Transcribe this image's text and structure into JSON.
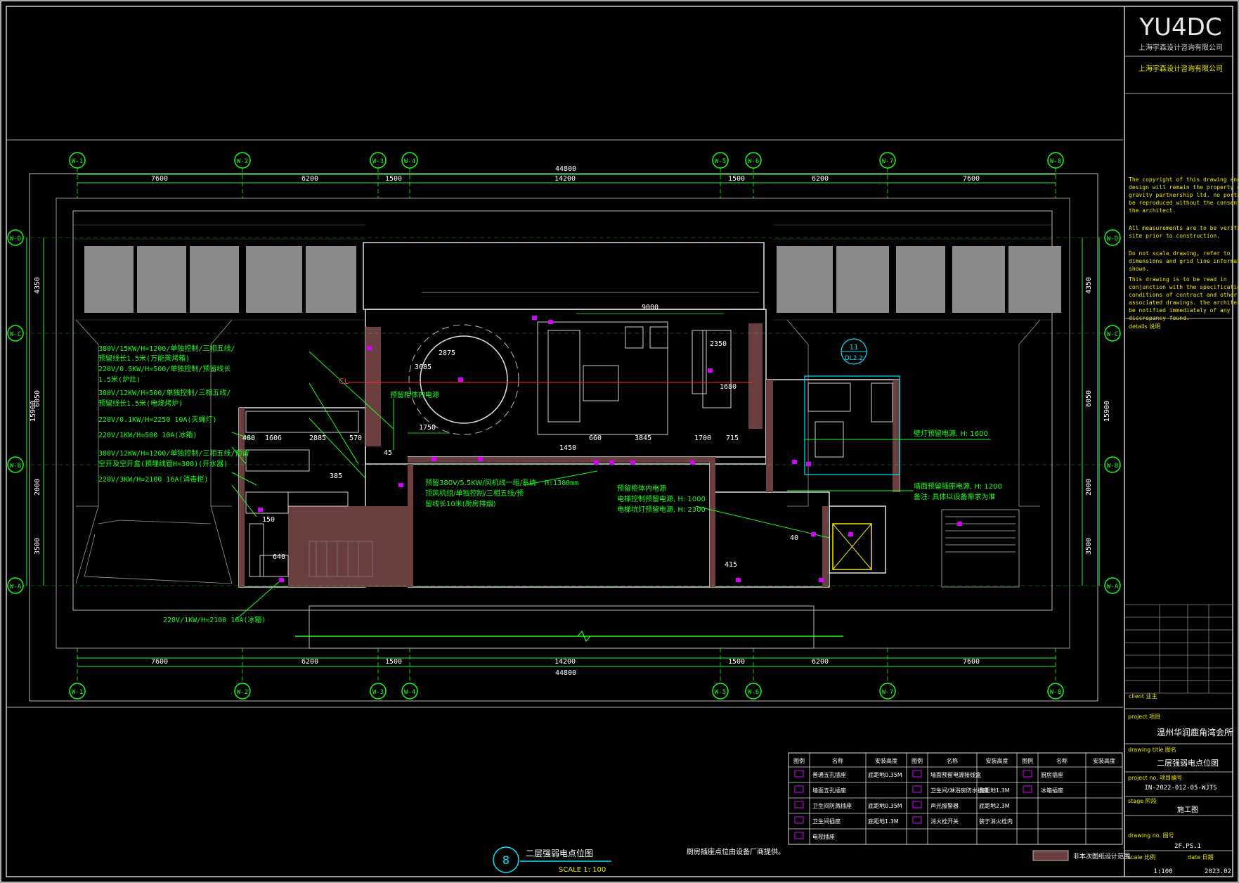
{
  "logo": {
    "text": "YU4DC",
    "company_cn": "上海宇森设计咨询有限公司"
  },
  "title_block": {
    "company_name": "上海宇森设计咨询有限公司",
    "notes_en": [
      "The copyright of this drawing and the",
      "design will remain the property of",
      "gravity partnership ltd. no portion may",
      "be reproduced without the consent of",
      "the architect.",
      "All measurements are to be verified on",
      "site prior to construction.",
      "Do not scale drawing, refer to",
      "dimensions and grid line information as",
      "shown.",
      "This drawing is to be read in",
      "conjunction with the specification,",
      "conditions of contract and other",
      "associated drawings. the architect is to",
      "be notified immediately of any",
      "discrepancy found."
    ],
    "details_label": "details 说明",
    "client_label": "client 业主",
    "project_label": "project 项目",
    "project_name": "温州华润鹿角湾会所",
    "drawing_title_label": "drawing title 图名",
    "drawing_title": "二层强弱电点位图",
    "project_no_label": "project no. 项目编号",
    "project_no": "IN-2022-012-05-WJTS",
    "stage_label": "stage 阶段",
    "stage": "施工图",
    "drawing_no_label": "drawing no. 图号",
    "drawing_no": "2F.PS.1",
    "scale_label": "scale 比例",
    "scale": "1:100",
    "date_label": "date 日期",
    "date": "2023.02"
  },
  "grid": {
    "cols": [
      "W-1",
      "W-2",
      "W-3",
      "W-4",
      "W-5",
      "W-6",
      "W-7",
      "W-8"
    ],
    "rows": [
      "W-D",
      "W-C",
      "W-B",
      "W-A"
    ],
    "overall": "44800",
    "spans": [
      "7600",
      "6200",
      "1500",
      "14200",
      "1500",
      "6200",
      "7600"
    ],
    "side_total": "15900",
    "side_spans": [
      "4350",
      "6050",
      "2000",
      "3500"
    ]
  },
  "annotations": {
    "left": [
      "380V/15KW/H=1200/单独控制/三相五线/",
      "预留线长1.5米(万能蒸烤箱)",
      "220V/0.5KW/H=500/单独控制/预留线长",
      "1.5米(炉灶)",
      "380V/12KW/H=500/单独控制/三相五线/",
      "预留线长1.5米(电烧烤炉)",
      "220V/0.1KW/H=2250 10A(灭蝇灯)",
      "220V/1KW/H=500 10A(冰箱)",
      "380V/12KW/H=1200/单独控制/三相五线/预留",
      "空开及空开盒(预埋线管H=300)(开水器)",
      "220V/3KW/H=2100 16A(消毒柜)"
    ],
    "bottom_left": "220V/1KW/H=2100 16A(冰箱)",
    "center_left": [
      "预留380V/5.5KW/风机线一组/系统",
      "顶风机组/单独控制/三相五线/预",
      "留线长10米(厨房排烟)"
    ],
    "center_right": [
      "预留柜体内电源",
      "电梯控制预留电源, H: 1000",
      "电梯坑灯预留电源, H: 2300"
    ],
    "cabinet_power": "预留柜体内电源",
    "h_marker": "H:1300mm",
    "right_1": "壁灯预留电源, H: 1600",
    "right_2": "墙面预留插座电源, H: 1200",
    "right_3": "备注: 具体以设备需求为准",
    "cl": "CL",
    "callout": "DL2.2",
    "callout_num": "11",
    "dims": {
      "d9000": "9000",
      "d2875": "2875",
      "d3685": "3685",
      "d2350": "2350",
      "d1680": "1680",
      "d1750": "1750",
      "d660": "660",
      "d3845": "3845",
      "d1700": "1700",
      "d715": "715",
      "d1450": "1450",
      "d480": "480",
      "d1606": "1606",
      "d2885": "2885",
      "d570": "570",
      "d640": "640",
      "d150": "150",
      "d45": "45",
      "d385": "385",
      "d415": "415",
      "d40": "40"
    }
  },
  "legend": {
    "headers": [
      "图例",
      "名称",
      "安装高度",
      "图例",
      "名称",
      "安装高度",
      "图例",
      "名称",
      "安装高度"
    ],
    "rows": [
      [
        "普通五孔插座",
        "底距地0.35M",
        "墙面预留电源接线盒",
        "",
        "厨房插座",
        ""
      ],
      [
        "墙面五孔插座",
        "",
        "卫生间/淋浴房防水插座",
        "底距地1.3M",
        "冰箱插座",
        ""
      ],
      [
        "卫生间防溅插座",
        "底距地0.35M",
        "声光报警器",
        "底距地2.3M",
        "",
        ""
      ],
      [
        "卫生间插座",
        "底距地1.3M",
        "消火栓开关",
        "装于消火栓内",
        "",
        ""
      ],
      [
        "电视插座",
        "",
        "",
        "",
        "",
        ""
      ]
    ],
    "footnote": "厨房插座点位由设备厂商提供。",
    "hatch_label": "非本次图纸设计范围"
  },
  "drawing_label": {
    "number": "8",
    "title": "二层强弱电点位图",
    "scale": "SCALE 1: 100"
  }
}
